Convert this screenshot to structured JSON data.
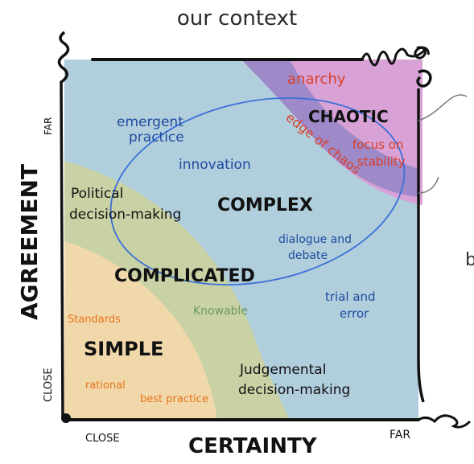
{
  "title": "our context",
  "axes": {
    "y_label": "AGREEMENT",
    "y_far": "FAR",
    "y_close": "CLOSE",
    "x_label": "CERTAINTY",
    "x_close": "CLOSE",
    "x_far": "FAR"
  },
  "zones": {
    "chaotic": "CHAOTIC",
    "complex": "COMPLEX",
    "complicated": "COMPLICATED",
    "simple": "SIMPLE"
  },
  "labels": {
    "anarchy": "anarchy",
    "edge_of_chaos": "edge of chaos",
    "focus_on_stability_1": "focus on",
    "focus_on_stability_2": "stability",
    "emergent_practice_1": "emergent",
    "emergent_practice_2": "practice",
    "innovation": "innovation",
    "political_1": "Political",
    "political_2": "decision-making",
    "dialogue_1": "dialogue and",
    "dialogue_2": "debate",
    "trial_1": "trial and",
    "trial_2": "error",
    "knowable": "Knowable",
    "standards": "Standards",
    "judgemental_1": "Judgemental",
    "judgemental_2": "decision-making",
    "rational": "rational",
    "best_practice": "best practice",
    "edge_fragment": "b"
  },
  "colors": {
    "complex_bg": "#a9c9d9",
    "chaotic_bg": "#d8a2d6",
    "chaos_band": "#8c82c4",
    "complicated_bg": "#c8d2a4",
    "simple_bg": "#f1d8ab",
    "ellipse": "#3b6fd8",
    "blue_text": "#1f4a9e",
    "red_text": "#d8402a",
    "orange_text": "#e8731c",
    "green_text": "#6c9a5a",
    "dark": "#111111"
  }
}
